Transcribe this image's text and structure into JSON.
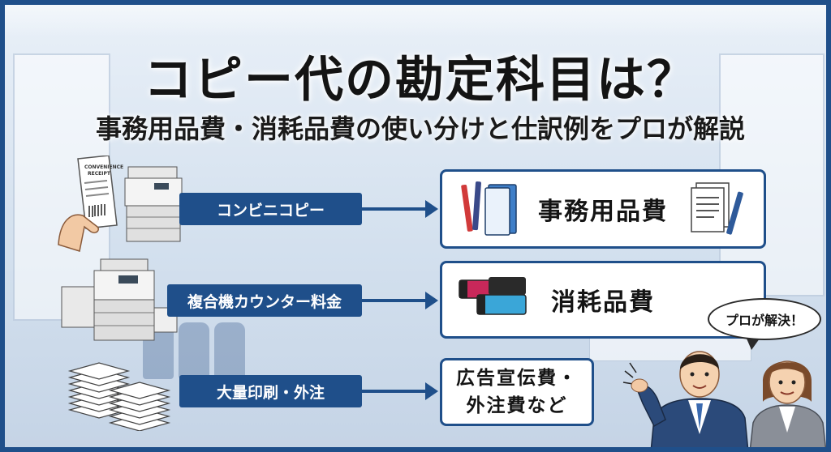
{
  "title": "コピー代の勘定科目は？",
  "subtitle": "事務用品費・消耗品費の使い分けと仕訳例をプロが解説",
  "receipt_text": [
    "CONVENIENCE",
    "RECEIPT"
  ],
  "rows": [
    {
      "label": "コンビニコピー",
      "result": "事務用品費"
    },
    {
      "label": "複合機カウンター料金",
      "result": "消耗品費"
    },
    {
      "label": "大量印刷・外注",
      "result_line1": "広告宣伝費・",
      "result_line2": "外注費など"
    }
  ],
  "speech_bubble": "プロが解決！",
  "colors": {
    "accent": "#1f4f8a",
    "background": "#dfe8f2"
  }
}
